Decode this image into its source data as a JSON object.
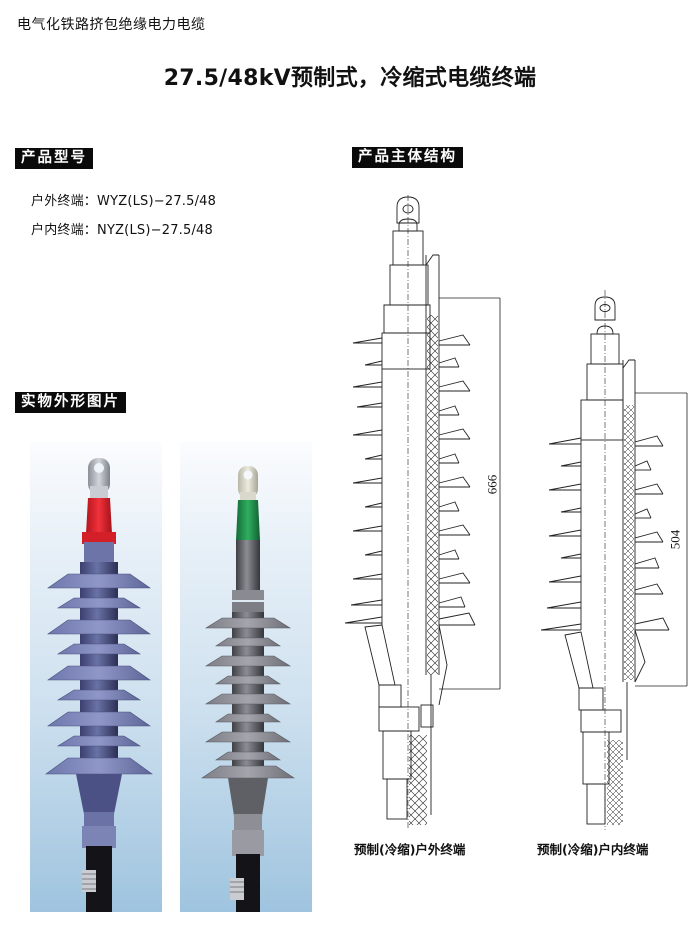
{
  "header": {
    "category": "电气化铁路挤包绝缘电力电缆",
    "title": "27.5/48kV预制式，冷缩式电缆终端"
  },
  "sections": {
    "model": {
      "label": "产品型号",
      "items": [
        {
          "name": "户外终端：",
          "code": "WYZ(LS)−27.5/48"
        },
        {
          "name": "户内终端：",
          "code": "NYZ(LS)−27.5/48"
        }
      ]
    },
    "photos": {
      "label": "实物外形图片",
      "items": [
        {
          "description": "outdoor termination photo",
          "band_color": "#d81f2a",
          "body_color": "#5c6490"
        },
        {
          "description": "indoor termination photo",
          "band_color": "#1f8a4a",
          "body_color": "#7f8087"
        }
      ]
    },
    "structure": {
      "label": "产品主体结构",
      "drawings": [
        {
          "caption": "预制(冷缩)户外终端",
          "dimension": "666"
        },
        {
          "caption": "预制(冷缩)户内终端",
          "dimension": "504"
        }
      ]
    }
  }
}
